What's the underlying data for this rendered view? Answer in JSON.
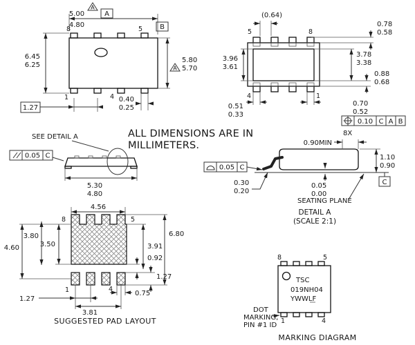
{
  "colors": {
    "line": "#222222",
    "background": "#ffffff"
  },
  "note": {
    "line1": "ALL DIMENSIONS ARE IN",
    "line2": "MILLIMETERS."
  },
  "top_view": {
    "flag": "A",
    "datum_a": "A",
    "datum_b": "B",
    "dim_width_max": "5.00",
    "dim_width_min": "4.80",
    "dim_length_max": "6.45",
    "dim_length_min": "6.25",
    "dim_body_max": "5.80",
    "dim_body_min": "5.70",
    "dim_lead_max": "0.40",
    "dim_lead_min": "0.25",
    "dim_pitch": "1.27",
    "pin_top_left": "8",
    "pin_top_right": "5",
    "pin_bottom_left": "1",
    "pin_bottom_right": "4"
  },
  "bottom_view": {
    "dim_ref": "(0.64)",
    "pin_top_left": "5",
    "pin_top_right": "8",
    "pin_bottom_left": "4",
    "pin_bottom_right": "1",
    "dim_lead_max": "0.78",
    "dim_lead_min": "0.58",
    "dim_pad_left_max": "3.96",
    "dim_pad_left_min": "3.61",
    "dim_pad_right_max": "3.78",
    "dim_pad_right_min": "3.38",
    "dim_edge_max": "0.88",
    "dim_edge_min": "0.68",
    "dim_tip_max": "0.51",
    "dim_tip_min": "0.33",
    "dim_foot_max": "0.70",
    "dim_foot_min": "0.52",
    "fcf": {
      "tolerance": "0.10",
      "datum1": "C",
      "datum2": "A",
      "datum3": "B",
      "count": "8X"
    }
  },
  "side_view": {
    "callout": "SEE DETAIL A",
    "fcf": {
      "tolerance": "0.05",
      "datum": "C"
    },
    "dim_max": "5.30",
    "dim_min": "4.80"
  },
  "detail_view": {
    "dim_min_flat": "0.90MIN",
    "dim_height_max": "1.10",
    "dim_height_min": "0.90",
    "fcf": {
      "tolerance": "0.05",
      "datum": "C"
    },
    "dim_lead_max": "0.30",
    "dim_lead_min": "0.20",
    "dim_standoff_max": "0.05",
    "dim_standoff_min": "0.00",
    "datum_c": "C",
    "seating_plane": "SEATING PLANE",
    "title": "DETAIL A",
    "scale": "(SCALE 2:1)"
  },
  "pad_layout": {
    "dim_width": "4.56",
    "pin_top_left": "8",
    "pin_top_right": "5",
    "pin_bottom_left": "1",
    "pin_bottom_right": "4",
    "dim_left_outer": "4.60",
    "dim_left_mid": "3.80",
    "dim_left_inner": "3.50",
    "dim_right_outer": "6.80",
    "dim_right_inner": "3.91",
    "dim_gap": "0.92",
    "dim_right_pitch": "1.27",
    "dim_bottom_pitch": "1.27",
    "dim_pad_width": "0.75",
    "dim_span": "3.81",
    "caption": "SUGGESTED PAD LAYOUT"
  },
  "marking": {
    "pin_top_left": "8",
    "pin_top_right": "5",
    "pin_bottom_left": "1",
    "pin_bottom_right": "4",
    "line1": "TSC",
    "line2": "019NH04",
    "line3": "YWWLF",
    "dot_label_line1": "DOT",
    "dot_label_line2": "MARKING,",
    "dot_label_line3": "PIN #1 ID",
    "caption": "MARKING DIAGRAM"
  }
}
